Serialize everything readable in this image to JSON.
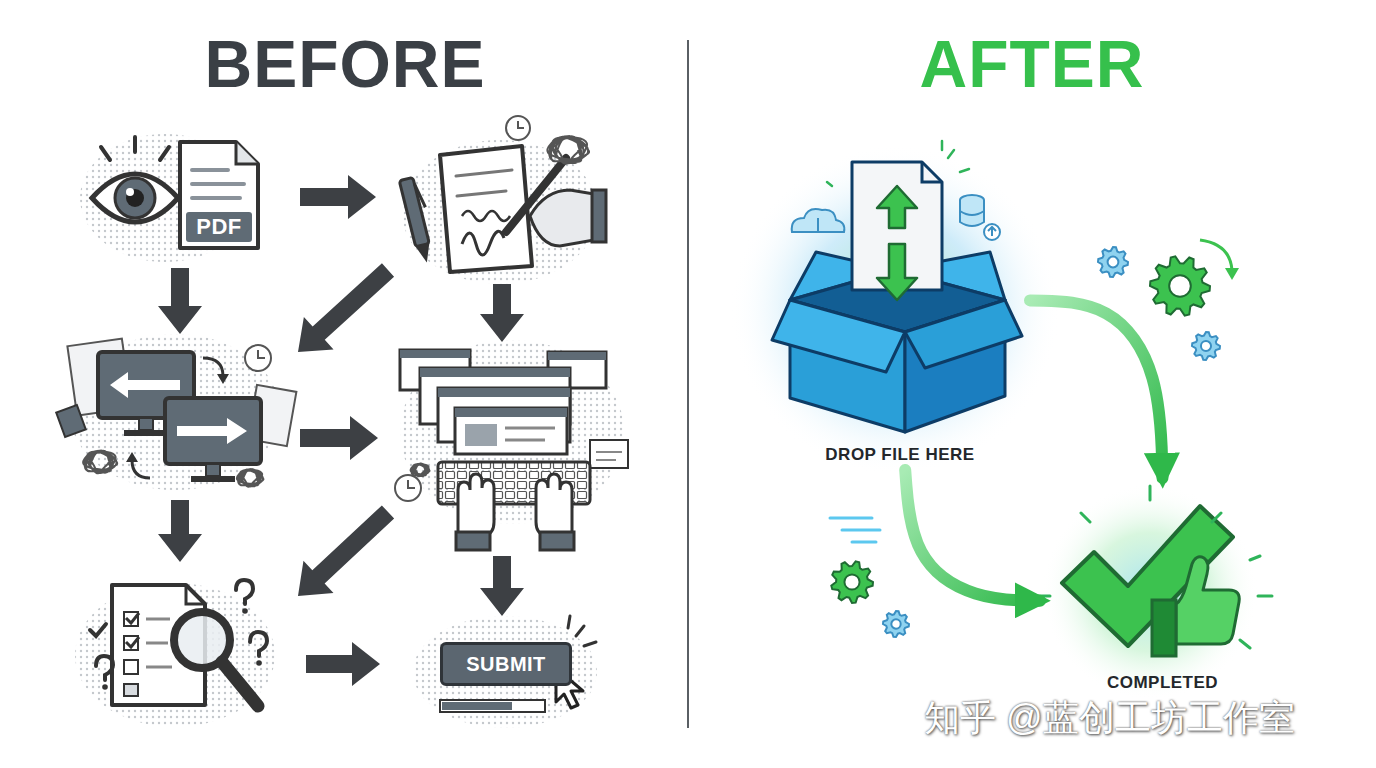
{
  "diagram": {
    "nodes": [
      {
        "text": [
          "PDF"
        ]
      },
      {
        "text": [
          "SUBMIT"
        ]
      },
      {
        "text": [
          "DROP FILE HERE"
        ]
      },
      {
        "text": [
          "COMPLETED"
        ]
      }
    ],
    "edges": [
      {
        "from": 2,
        "to": 3,
        "arrow": "to"
      },
      {
        "from": 2,
        "to": 3,
        "arrow": "to"
      }
    ],
    "labels": [
      "BEFORE",
      "AFTER",
      "知乎 @蓝创工坊工作室"
    ]
  }
}
